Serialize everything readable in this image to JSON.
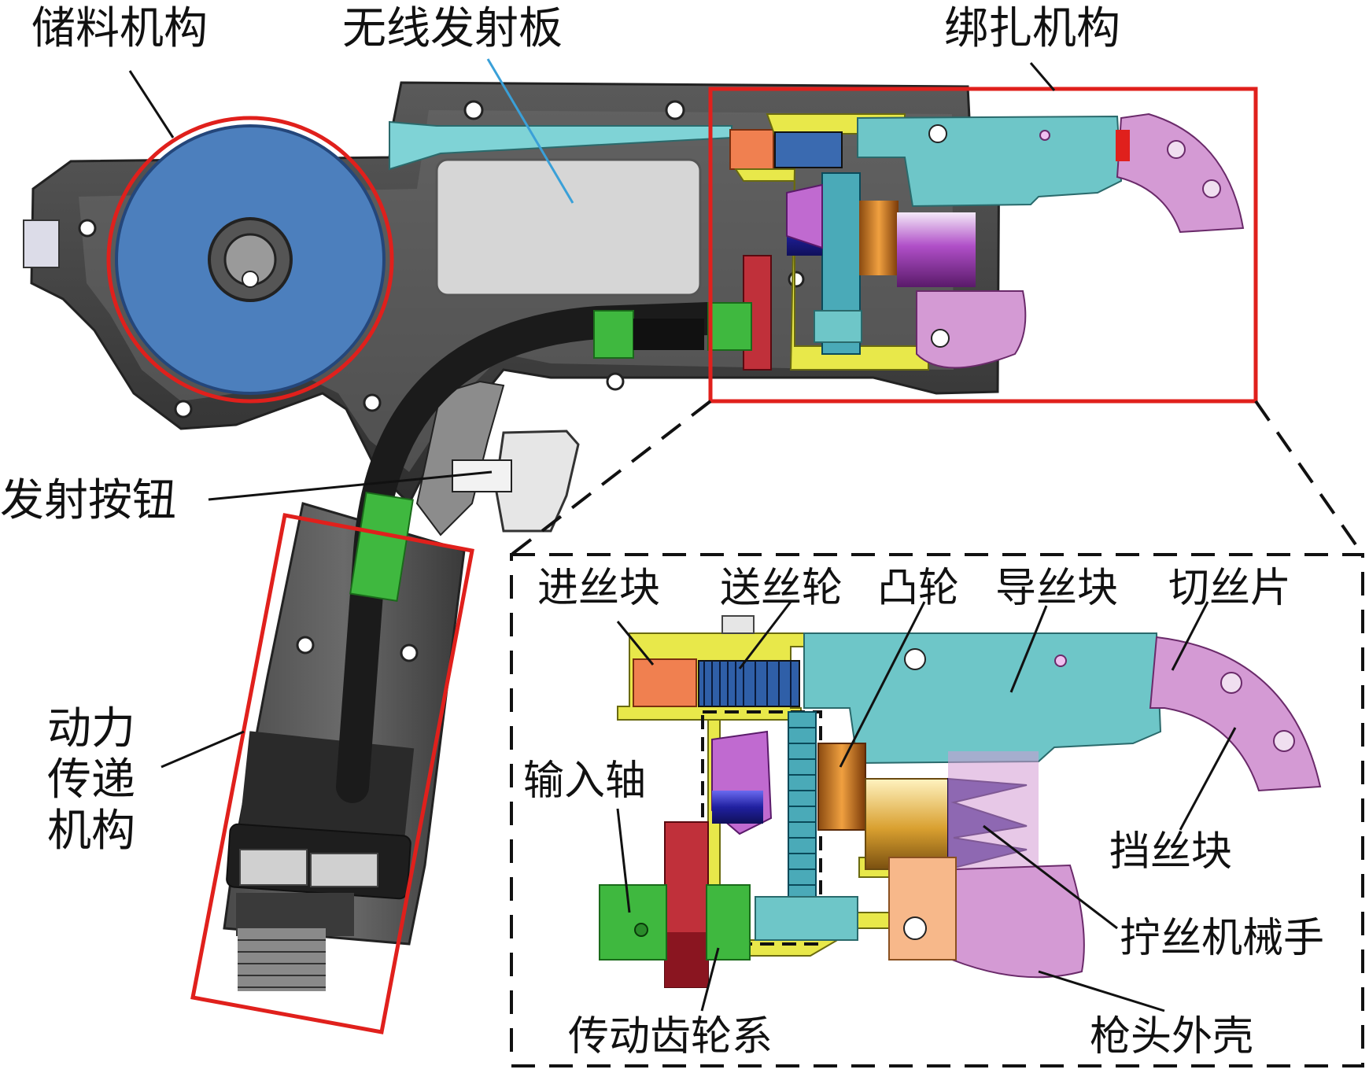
{
  "diagram": {
    "labels": {
      "storage": "储料机构",
      "wireless": "无线发射板",
      "binding": "绑扎机构",
      "fire_button": "发射按钮",
      "power_line1": "动力",
      "power_line2": "传递",
      "power_line3": "机构"
    },
    "detail_labels": {
      "feed_block": "进丝块",
      "feed_wheel": "送丝轮",
      "cam": "凸轮",
      "guide_block": "导丝块",
      "cutter": "切丝片",
      "input_shaft": "输入轴",
      "stop_block": "挡丝块",
      "twist_arm": "拧丝机械手",
      "gear_train": "传动齿轮系",
      "gun_shell": "枪头外壳"
    },
    "colors": {
      "highlight_box": "#e0201c",
      "spool": "#4c7fbd",
      "housing": "#3a3a3a",
      "guide": "#6ec6c8",
      "shell": "#d49ad4",
      "frame": "#e8e84a",
      "feed_block": "#f08050",
      "green_part": "#3fb83f"
    }
  }
}
